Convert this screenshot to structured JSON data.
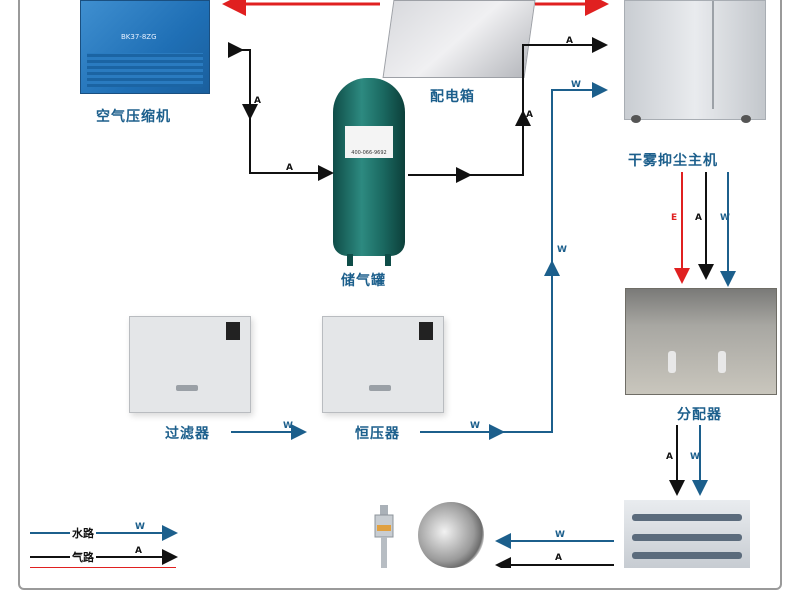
{
  "labels": {
    "compressor": "空气压缩机",
    "control_box": "配电箱",
    "tank": "储气罐",
    "main_unit": "干雾抑尘主机",
    "distributor": "分配器",
    "filter": "过滤器",
    "stabilizer": "恒压器"
  },
  "device_text": {
    "compressor_model": "BK37-8ZG",
    "tank_phone": "400-066-9692"
  },
  "tags": {
    "air": "A",
    "water": "W",
    "electric": "E"
  },
  "legend": {
    "water": "水路",
    "air": "气路"
  },
  "colors": {
    "air": "#111111",
    "water": "#1c5f8c",
    "electric": "#e02020"
  }
}
